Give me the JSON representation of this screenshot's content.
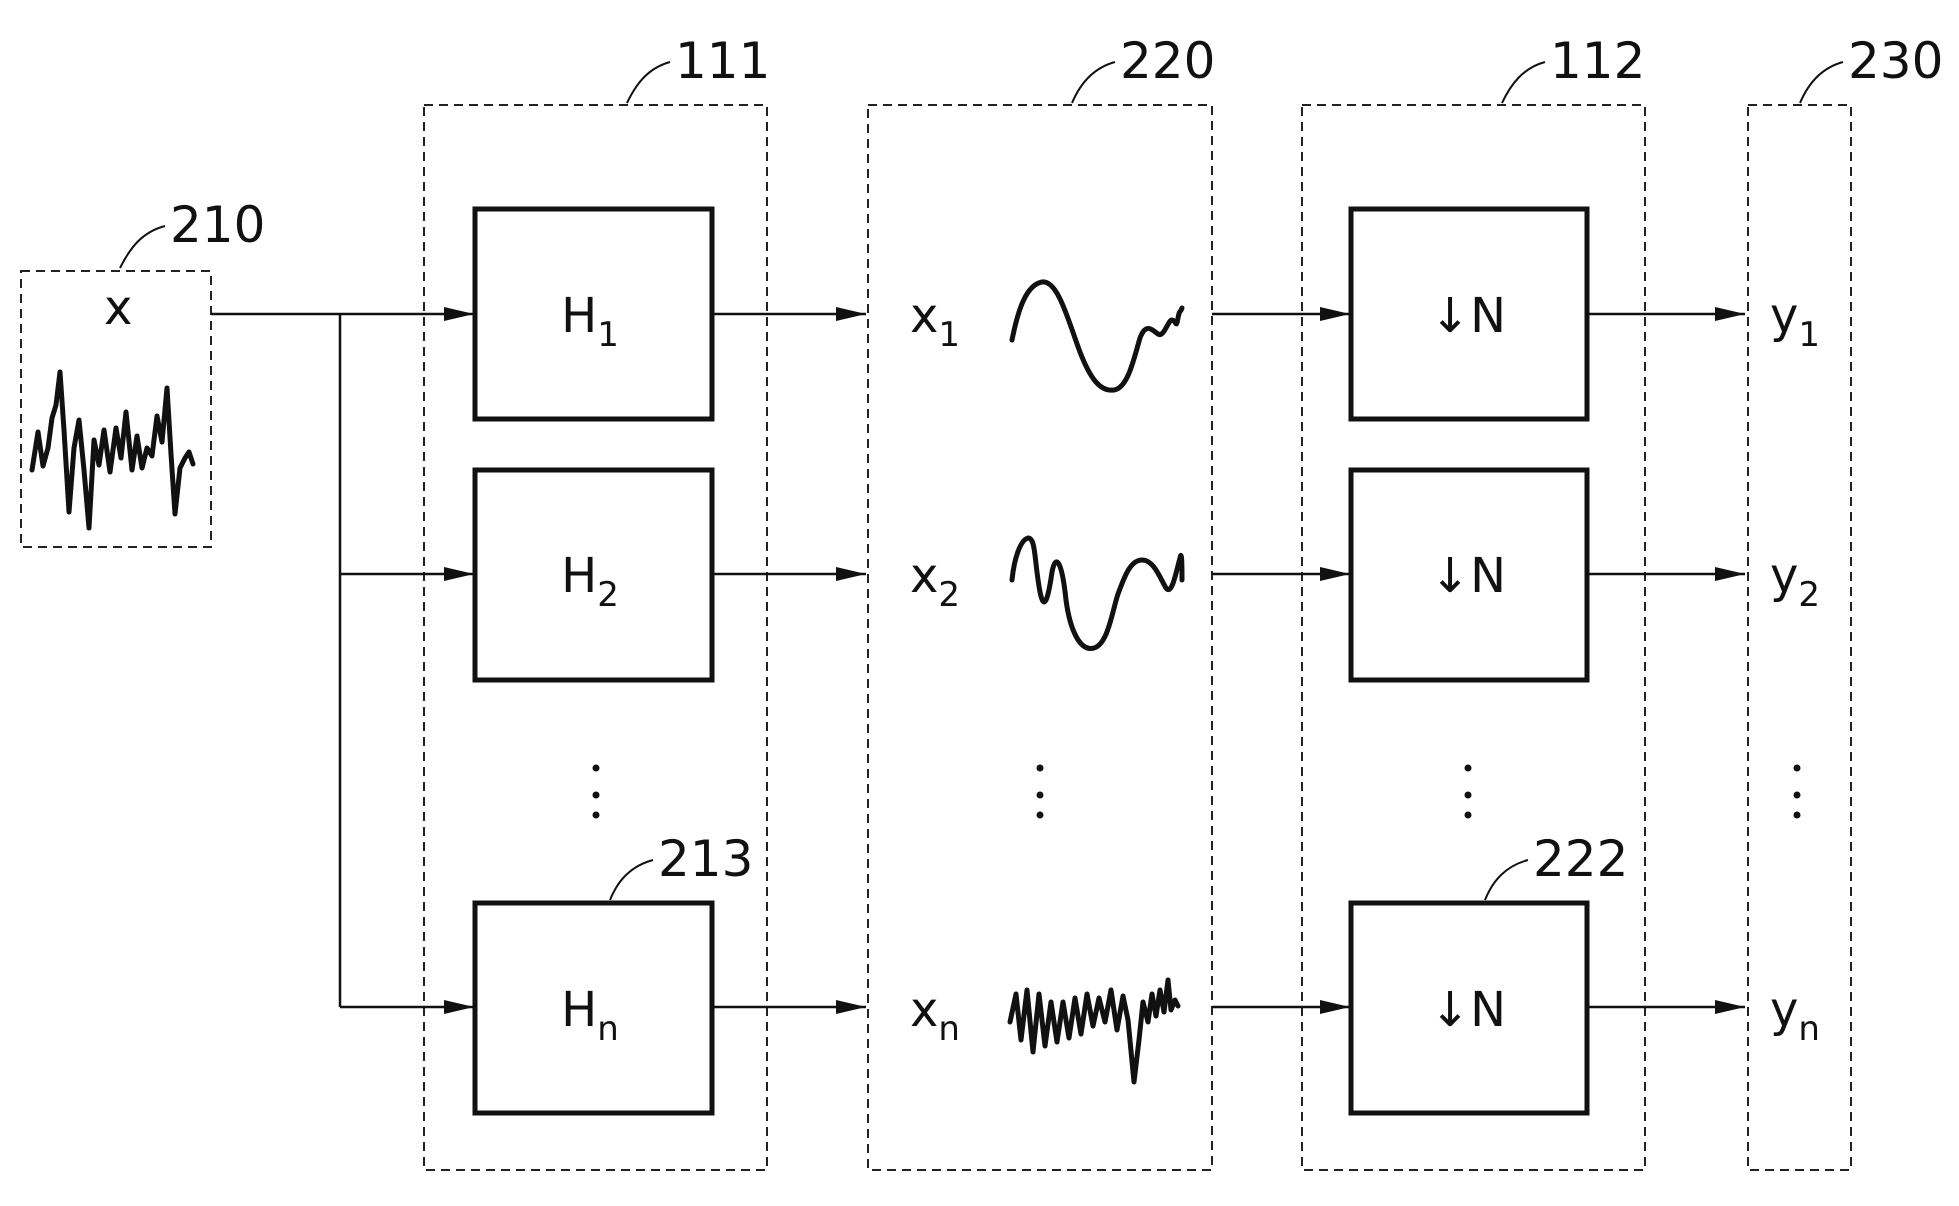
{
  "refs": {
    "input_group": "210",
    "filter_bank": "111",
    "filtered_signals": "220",
    "downsampler_bank": "112",
    "outputs": "230",
    "filter_n": "213",
    "downsampler_n": "222"
  },
  "input": {
    "label": "x"
  },
  "filters": [
    {
      "base": "H",
      "sub": "1"
    },
    {
      "base": "H",
      "sub": "2"
    },
    {
      "base": "H",
      "sub": "n"
    }
  ],
  "signals": [
    {
      "base": "x",
      "sub": "1"
    },
    {
      "base": "x",
      "sub": "2"
    },
    {
      "base": "x",
      "sub": "n"
    }
  ],
  "downsamplers": [
    {
      "arrow": "↓",
      "label": "N"
    },
    {
      "arrow": "↓",
      "label": "N"
    },
    {
      "arrow": "↓",
      "label": "N"
    }
  ],
  "outputs": [
    {
      "base": "y",
      "sub": "1"
    },
    {
      "base": "y",
      "sub": "2"
    },
    {
      "base": "y",
      "sub": "n"
    }
  ]
}
